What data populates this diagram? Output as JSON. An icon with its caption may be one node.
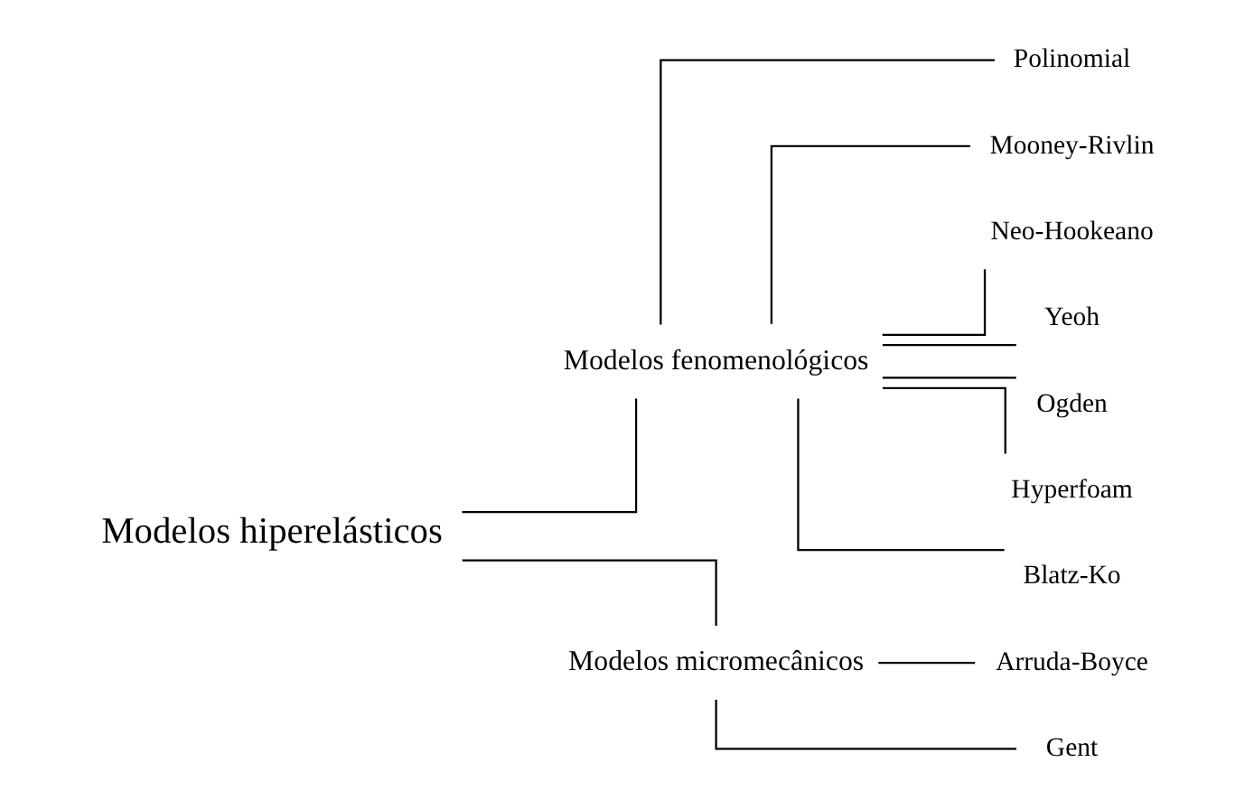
{
  "diagram": {
    "nodes": [
      {
        "text": [
          "Modelos hiperelásticos"
        ]
      },
      {
        "text": [
          "Modelos fenomenológicos"
        ]
      },
      {
        "text": [
          "Modelos micromecânicos"
        ]
      },
      {
        "text": [
          "Polinomial"
        ]
      },
      {
        "text": [
          "Mooney-Rivlin"
        ]
      },
      {
        "text": [
          "Neo-Hookeano"
        ]
      },
      {
        "text": [
          "Yeoh"
        ]
      },
      {
        "text": [
          "Ogden"
        ]
      },
      {
        "text": [
          "Hyperfoam"
        ]
      },
      {
        "text": [
          "Blatz-Ko"
        ]
      },
      {
        "text": [
          "Arruda-Boyce"
        ]
      },
      {
        "text": [
          "Gent"
        ]
      }
    ],
    "edges": [
      {
        "from": 0,
        "to": 1,
        "arrow": "none"
      },
      {
        "from": 0,
        "to": 2,
        "arrow": "none"
      },
      {
        "from": 1,
        "to": 3,
        "arrow": "none"
      },
      {
        "from": 1,
        "to": 4,
        "arrow": "none"
      },
      {
        "from": 1,
        "to": 5,
        "arrow": "none"
      },
      {
        "from": 1,
        "to": 6,
        "arrow": "none"
      },
      {
        "from": 1,
        "to": 7,
        "arrow": "none"
      },
      {
        "from": 1,
        "to": 8,
        "arrow": "none"
      },
      {
        "from": 1,
        "to": 9,
        "arrow": "none"
      },
      {
        "from": 2,
        "to": 10,
        "arrow": "none"
      },
      {
        "from": 2,
        "to": 11,
        "arrow": "none"
      }
    ]
  }
}
